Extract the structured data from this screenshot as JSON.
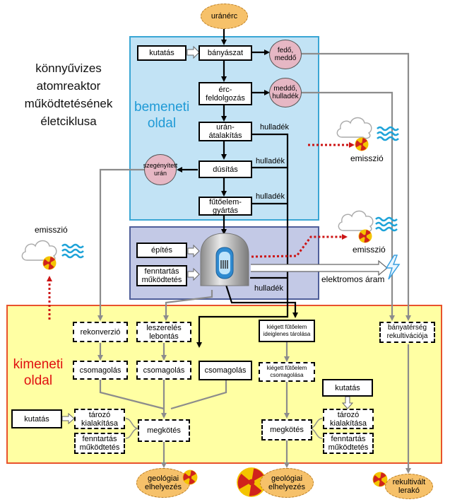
{
  "title": [
    "könnyűvizes",
    "atomreaktor",
    "működtetésének",
    "életciklusa"
  ],
  "sections": {
    "input": [
      "bemeneti",
      "oldal"
    ],
    "output": [
      "kimeneti",
      "oldal"
    ]
  },
  "colors": {
    "input_zone_fill": "#c2e3f5",
    "input_zone_border": "#3aa6d4",
    "reactor_zone_fill": "#c3c9e6",
    "reactor_zone_border": "#4f5e9a",
    "output_zone_fill": "#ffffa3",
    "output_zone_border": "#e8522c",
    "input_label": "#1f9ad6",
    "output_label": "#e01010",
    "emission_dotted": "#cc1414",
    "radiation_yellow": "#f4c400",
    "radiation_red": "#d0231c"
  },
  "nodes": {
    "uranium_ore": "uránérc",
    "research_top": "kutatás",
    "mining": "bányászat",
    "overburden": "fedő,\nmeddő",
    "ore_processing": "érc-\nfeldolgozás",
    "tailings": "meddő,\nhulladék",
    "conversion": "urán-\nátalakítás",
    "enrichment": "dúsítás",
    "depleted_uranium": "szegényített\nurán",
    "fuel_fabrication": "fűtőelem-\ngyártás",
    "construction": "építés",
    "maintenance_operation": "fenntartás\nműködtetés",
    "reconversion": "rekonverzió",
    "decommissioning": "leszerelés\nlebontás",
    "interim_storage": "kiégett fűtőelem\nideiglenes tárolása",
    "site_reclamation": "bányatérség\nrekultivációja",
    "packaging_1": "csomagolás",
    "packaging_2": "csomagolás",
    "packaging_3": "csomagolás",
    "spent_fuel_packaging": "kiégett fűtőelem\ncsomagolása",
    "research_left": "kutatás",
    "repo_construction_left": "tározó\nkialakítása",
    "repo_operation_left": "fenntartás\nműködtetés",
    "disposal_left": "megkötés",
    "research_right": "kutatás",
    "repo_construction_right": "tározó\nkialakítása",
    "repo_operation_right": "fenntartás\nműködtetés",
    "disposal_right": "megkötés",
    "geological_1": "geológiai\nelhelyezés",
    "geological_2": "geológiai\nelhelyezés",
    "reclaimed_dump": "rekultivált\nlerakó"
  },
  "labels": {
    "waste_1": "hulladék",
    "waste_2": "hulladék",
    "waste_3": "hulladék",
    "waste_4": "hulladék",
    "emission_top": "emisszió",
    "emission_mid": "emisszió",
    "emission_left": "emisszió",
    "electricity": "elektromos áram"
  },
  "icons": [
    "cloud-icon",
    "waves-icon",
    "radiation-icon",
    "lightning-icon",
    "reactor-dome-icon"
  ]
}
